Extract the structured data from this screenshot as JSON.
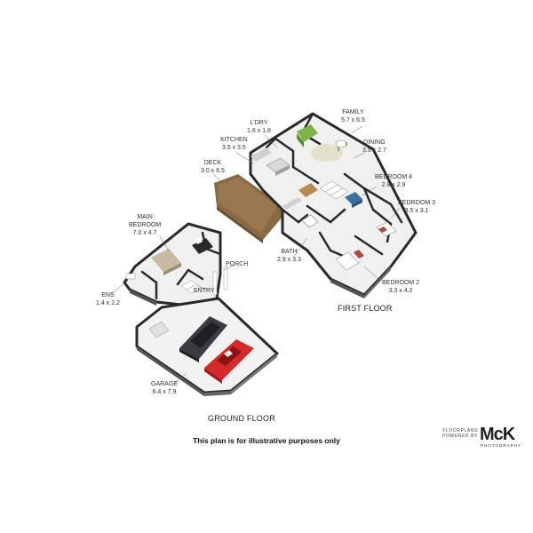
{
  "floors": {
    "first": "FIRST FLOOR",
    "ground": "GROUND FLOOR"
  },
  "rooms": {
    "family": {
      "name": "FAMILY",
      "dims": "5.7 x 6.5"
    },
    "ldry": {
      "name": "L'DRY",
      "dims": "1.6 x 1.8"
    },
    "kitchen": {
      "name": "KITCHEN",
      "dims": "3.5 x 3.5"
    },
    "dining": {
      "name": "DINING",
      "dims": "3.5 x 2.7"
    },
    "deck": {
      "name": "DECK",
      "dims": "3.0 x 6.5"
    },
    "bedroom4": {
      "name": "BEDROOM 4",
      "dims": "2.8 x 2.9"
    },
    "bedroom3": {
      "name": "BEDROOM 3",
      "dims": "3.5 x 3.1"
    },
    "main_bedroom": {
      "name": "MAIN BEDROOM",
      "dims": "7.0 x 4.7"
    },
    "porch": {
      "name": "PORCH",
      "dims": ""
    },
    "bath": {
      "name": "BATH",
      "dims": "2.9 x 3.3"
    },
    "bedroom2": {
      "name": "BEDROOM 2",
      "dims": "3.3 x 4.2"
    },
    "ens": {
      "name": "ENS",
      "dims": "1.4 x 2.2"
    },
    "entry": {
      "name": "ENTRY",
      "dims": ""
    },
    "garage": {
      "name": "GARAGE",
      "dims": "6.4 x 7.9"
    }
  },
  "disclaimer": "This plan is for illustrative purposes only",
  "logo": {
    "line1": "FLOORPLANS",
    "line2": "POWERED BY",
    "brand": "McK",
    "sub": "PHOTOGRAPHY"
  },
  "colors": {
    "wall_top": "#2a2a2a",
    "floor": "#f2f2f2",
    "deck": "#8a6a44",
    "car_red": "#d42a2a",
    "car_dark": "#3a3c42",
    "sofa_green": "#7fb347"
  }
}
